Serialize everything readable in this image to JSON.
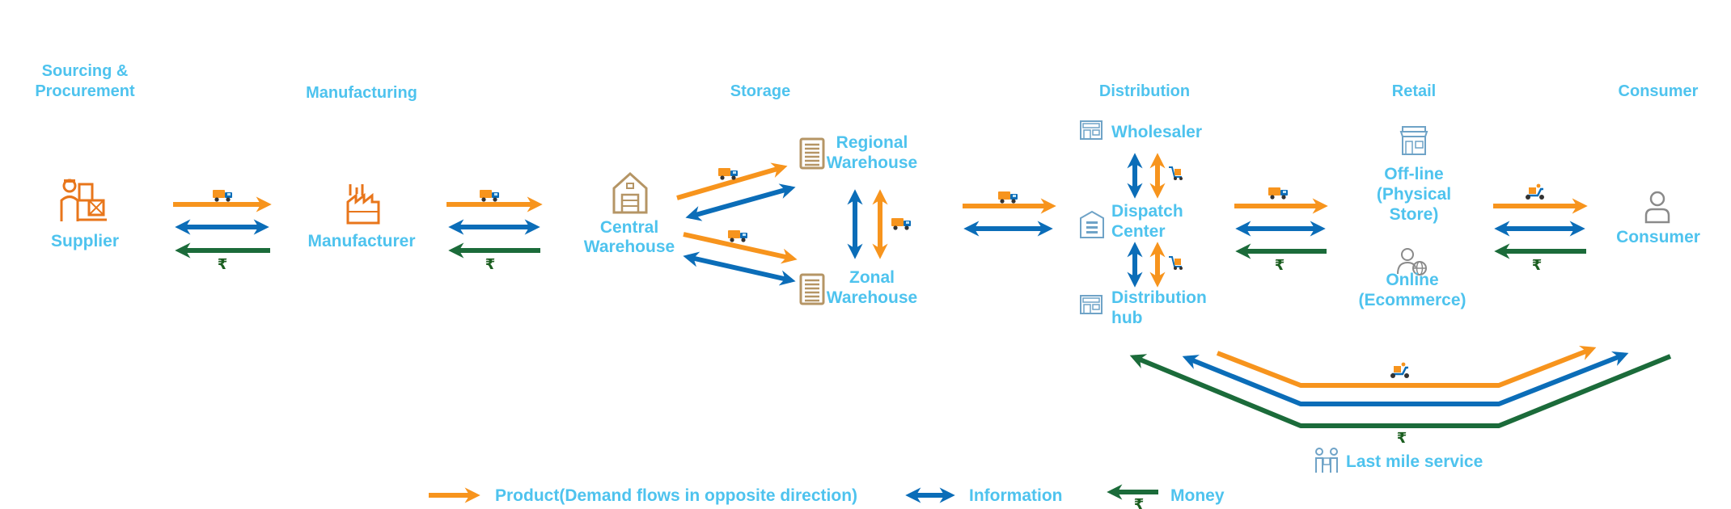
{
  "colors": {
    "product": "#f7941d",
    "information": "#0b6db8",
    "money": "#1b6b3a",
    "text": "#4ec3ee",
    "icon_orange": "#e8761b",
    "icon_tan": "#b59565",
    "icon_gray": "#6fa3c7"
  },
  "stages": {
    "sourcing": "Sourcing &",
    "sourcing_2": "Procurement",
    "manufacturing": "Manufacturing",
    "storage": "Storage",
    "distribution": "Distribution",
    "retail": "Retail",
    "consumer": "Consumer"
  },
  "nodes": {
    "supplier": "Supplier",
    "manufacturer": "Manufacturer",
    "central_1": "Central",
    "central_2": "Warehouse",
    "regional_1": "Regional",
    "regional_2": "Warehouse",
    "zonal_1": "Zonal",
    "zonal_2": "Warehouse",
    "wholesaler": "Wholesaler",
    "dispatch_1": "Dispatch",
    "dispatch_2": "Center",
    "hub_1": "Distribution",
    "hub_2": "hub",
    "offline_1": "Off-line",
    "offline_2": "(Physical",
    "offline_3": "Store)",
    "online_1": "Online",
    "online_2": "(Ecommerce)",
    "consumer": "Consumer",
    "last_mile": "Last mile service"
  },
  "currency_symbol": "₹",
  "legend": {
    "product": "Product(Demand flows in opposite direction)",
    "information": "Information",
    "money": "Money"
  },
  "icons": {
    "supplier": "worker-with-boxes-icon",
    "manufacturer": "factory-icon",
    "central_warehouse": "warehouse-icon",
    "regional_warehouse": "building-icon",
    "zonal_warehouse": "building-icon",
    "wholesaler": "shop-icon",
    "dispatch_center": "office-building-icon",
    "distribution_hub": "shop-icon",
    "offline_store": "store-icon",
    "online": "user-globe-icon",
    "consumer": "user-icon",
    "last_mile": "delivery-people-icon",
    "flow_vehicle": "truck-icon",
    "flow_scooter": "delivery-scooter-icon",
    "flow_trolley": "hand-trolley-icon"
  }
}
